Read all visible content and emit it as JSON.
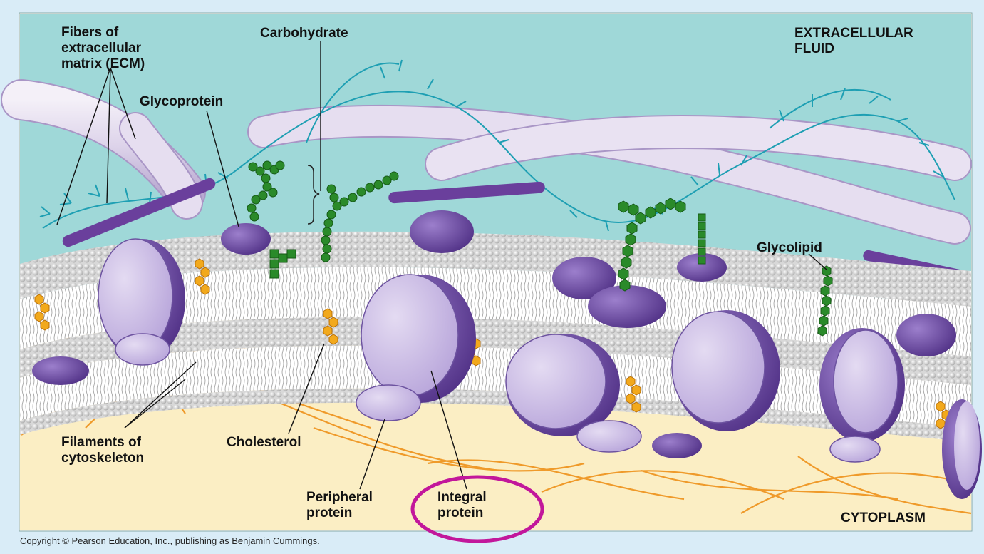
{
  "labels": {
    "ecm_fibers": "Fibers of\nextracellular\nmatrix (ECM)",
    "carbohydrate": "Carbohydrate",
    "extracellular_fluid": "EXTRACELLULAR\nFLUID",
    "glycoprotein": "Glycoprotein",
    "glycolipid": "Glycolipid",
    "cytoskeleton_filaments": "Filaments of\ncytoskeleton",
    "cholesterol": "Cholesterol",
    "peripheral_protein": "Peripheral\nprotein",
    "integral_protein": "Integral\nprotein",
    "cytoplasm": "CYTOPLASM"
  },
  "copyright": "Copyright © Pearson Education, Inc., publishing as Benjamin Cummings.",
  "colors": {
    "page_background": "#d9ecf7",
    "extracellular_fluid": "#9fd8d8",
    "cytoplasm": "#fbeec4",
    "protein": "#c9b9e4",
    "protein_dark": "#5e3d93",
    "ecm_fiber": "#e3dbee",
    "fibronectin": "#1e9fb3",
    "carbohydrate": "#2a8a2a",
    "cholesterol": "#f2a91c",
    "cytoskeleton": "#f0a030",
    "highlight_circle": "#c2179b"
  }
}
